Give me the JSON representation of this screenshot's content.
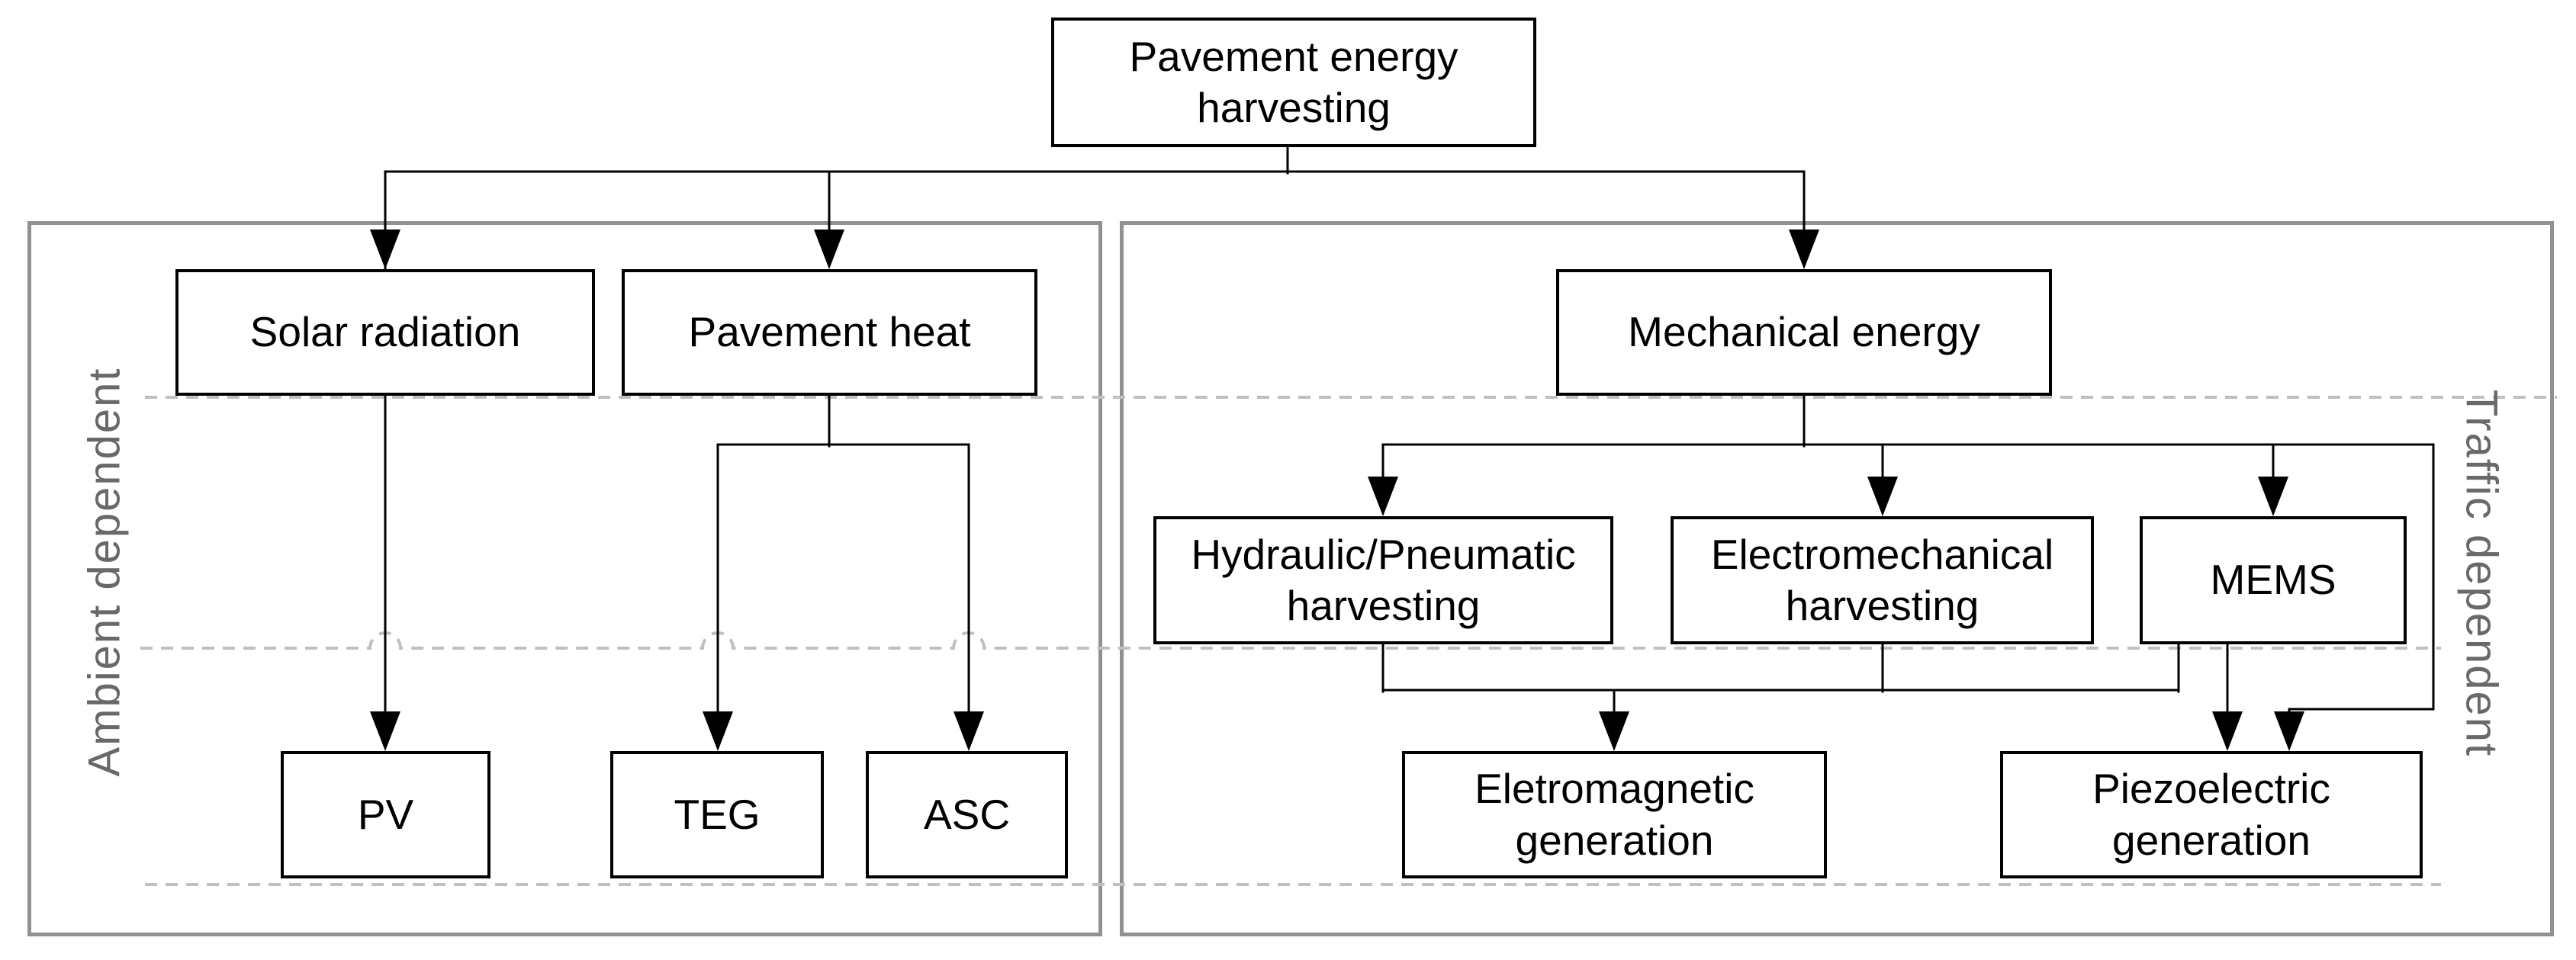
{
  "nodes": {
    "root": {
      "label": "Pavement energy\nharvesting"
    },
    "solar_radiation": {
      "label": "Solar radiation"
    },
    "pavement_heat": {
      "label": "Pavement heat"
    },
    "mechanical_energy": {
      "label": "Mechanical energy"
    },
    "hydraulic_pneumatic": {
      "label": "Hydraulic/Pneumatic\nharvesting"
    },
    "electromechanical": {
      "label": "Electromechanical\nharvesting"
    },
    "mems": {
      "label": "MEMS"
    },
    "pv": {
      "label": "PV"
    },
    "teg": {
      "label": "TEG"
    },
    "asc": {
      "label": "ASC"
    },
    "electromagnetic_generation": {
      "label": "Eletromagnetic\ngeneration"
    },
    "piezoelectric_generation": {
      "label": "Piezoelectric\ngeneration"
    }
  },
  "panels": {
    "left": {
      "label": "Ambient dependent"
    },
    "right": {
      "label": "Traffic dependent"
    }
  },
  "colors": {
    "background": "#ffffff",
    "box_border": "#000000",
    "box_text": "#000000",
    "connector": "#000000",
    "panel_border": "#919191",
    "panel_label": "#696969",
    "separator_line": "#c0c0c0"
  }
}
